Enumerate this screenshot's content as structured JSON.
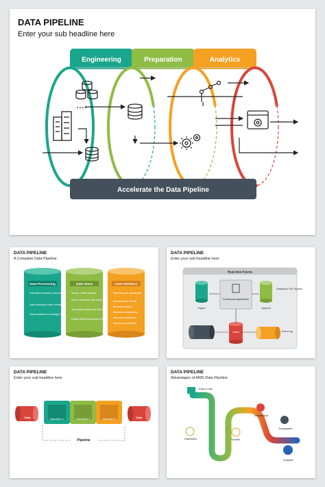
{
  "slide1": {
    "title": "DATA PIPELINE",
    "subtitle": "Enter your sub headline here",
    "tabs": [
      {
        "label": "Engineering",
        "color": "#1aa68c"
      },
      {
        "label": "Preparation",
        "color": "#8fbc45"
      },
      {
        "label": "Analytics",
        "color": "#f4a021"
      }
    ],
    "banner": "Accelerate the Data Pipeline",
    "banner_color": "#44505c",
    "accent_red": "#d9453b"
  },
  "slide2": {
    "title": "DATA PIPELINE",
    "subtitle": "A Complete Data Pipeline",
    "columns": [
      {
        "header": "Data Processing",
        "color": "#1aa68c",
        "items": [
          "Automated extraction and loading for data consistency",
          "Data cleaning for data confidence",
          "Data translation for strategic freedom"
        ]
      },
      {
        "header": "Data Store",
        "color": "#8fbc45",
        "items": [
          "Secure, unified storage",
          "Clean, connected data ready for the business user",
          "Automated loading from the data processes",
          "Enable efficient reporting to BI"
        ]
      },
      {
        "header": "User Interface",
        "color": "#f4a021",
        "items": [
          "Reporting and visualization",
          "Business user friendly",
          "Business analysis",
          "Business management",
          "Data democratization",
          "Increased productivity"
        ]
      }
    ]
  },
  "slide3": {
    "title": "DATA PIPELINE",
    "subtitle": "Enter your sub headline here",
    "panel_header": "Real-time Events",
    "labels": {
      "ingest": "Ingest",
      "app": "Continuous Application",
      "append": "Append",
      "db": "Database/ File System",
      "sales": "Sales",
      "event_log": "Event log"
    }
  },
  "slide4": {
    "title": "DATA PIPELINE",
    "subtitle": "Enter your sub headline here",
    "data_left": "Data",
    "data_right": "Data",
    "operations": [
      "Operation 1",
      "Operation 2",
      "Operation 3"
    ],
    "pipeline_label": "Pipeline"
  },
  "slide5": {
    "title": "DATA PIPELINE",
    "subtitle": "Advantages of AWS Data Pipeline",
    "labels": {
      "easy": "Easy to use",
      "distributed": "Distributed",
      "flexible": "Flexible",
      "inexpensive": "Inexpensive",
      "transparent": "Transparent",
      "scalable": "Scalable"
    }
  }
}
